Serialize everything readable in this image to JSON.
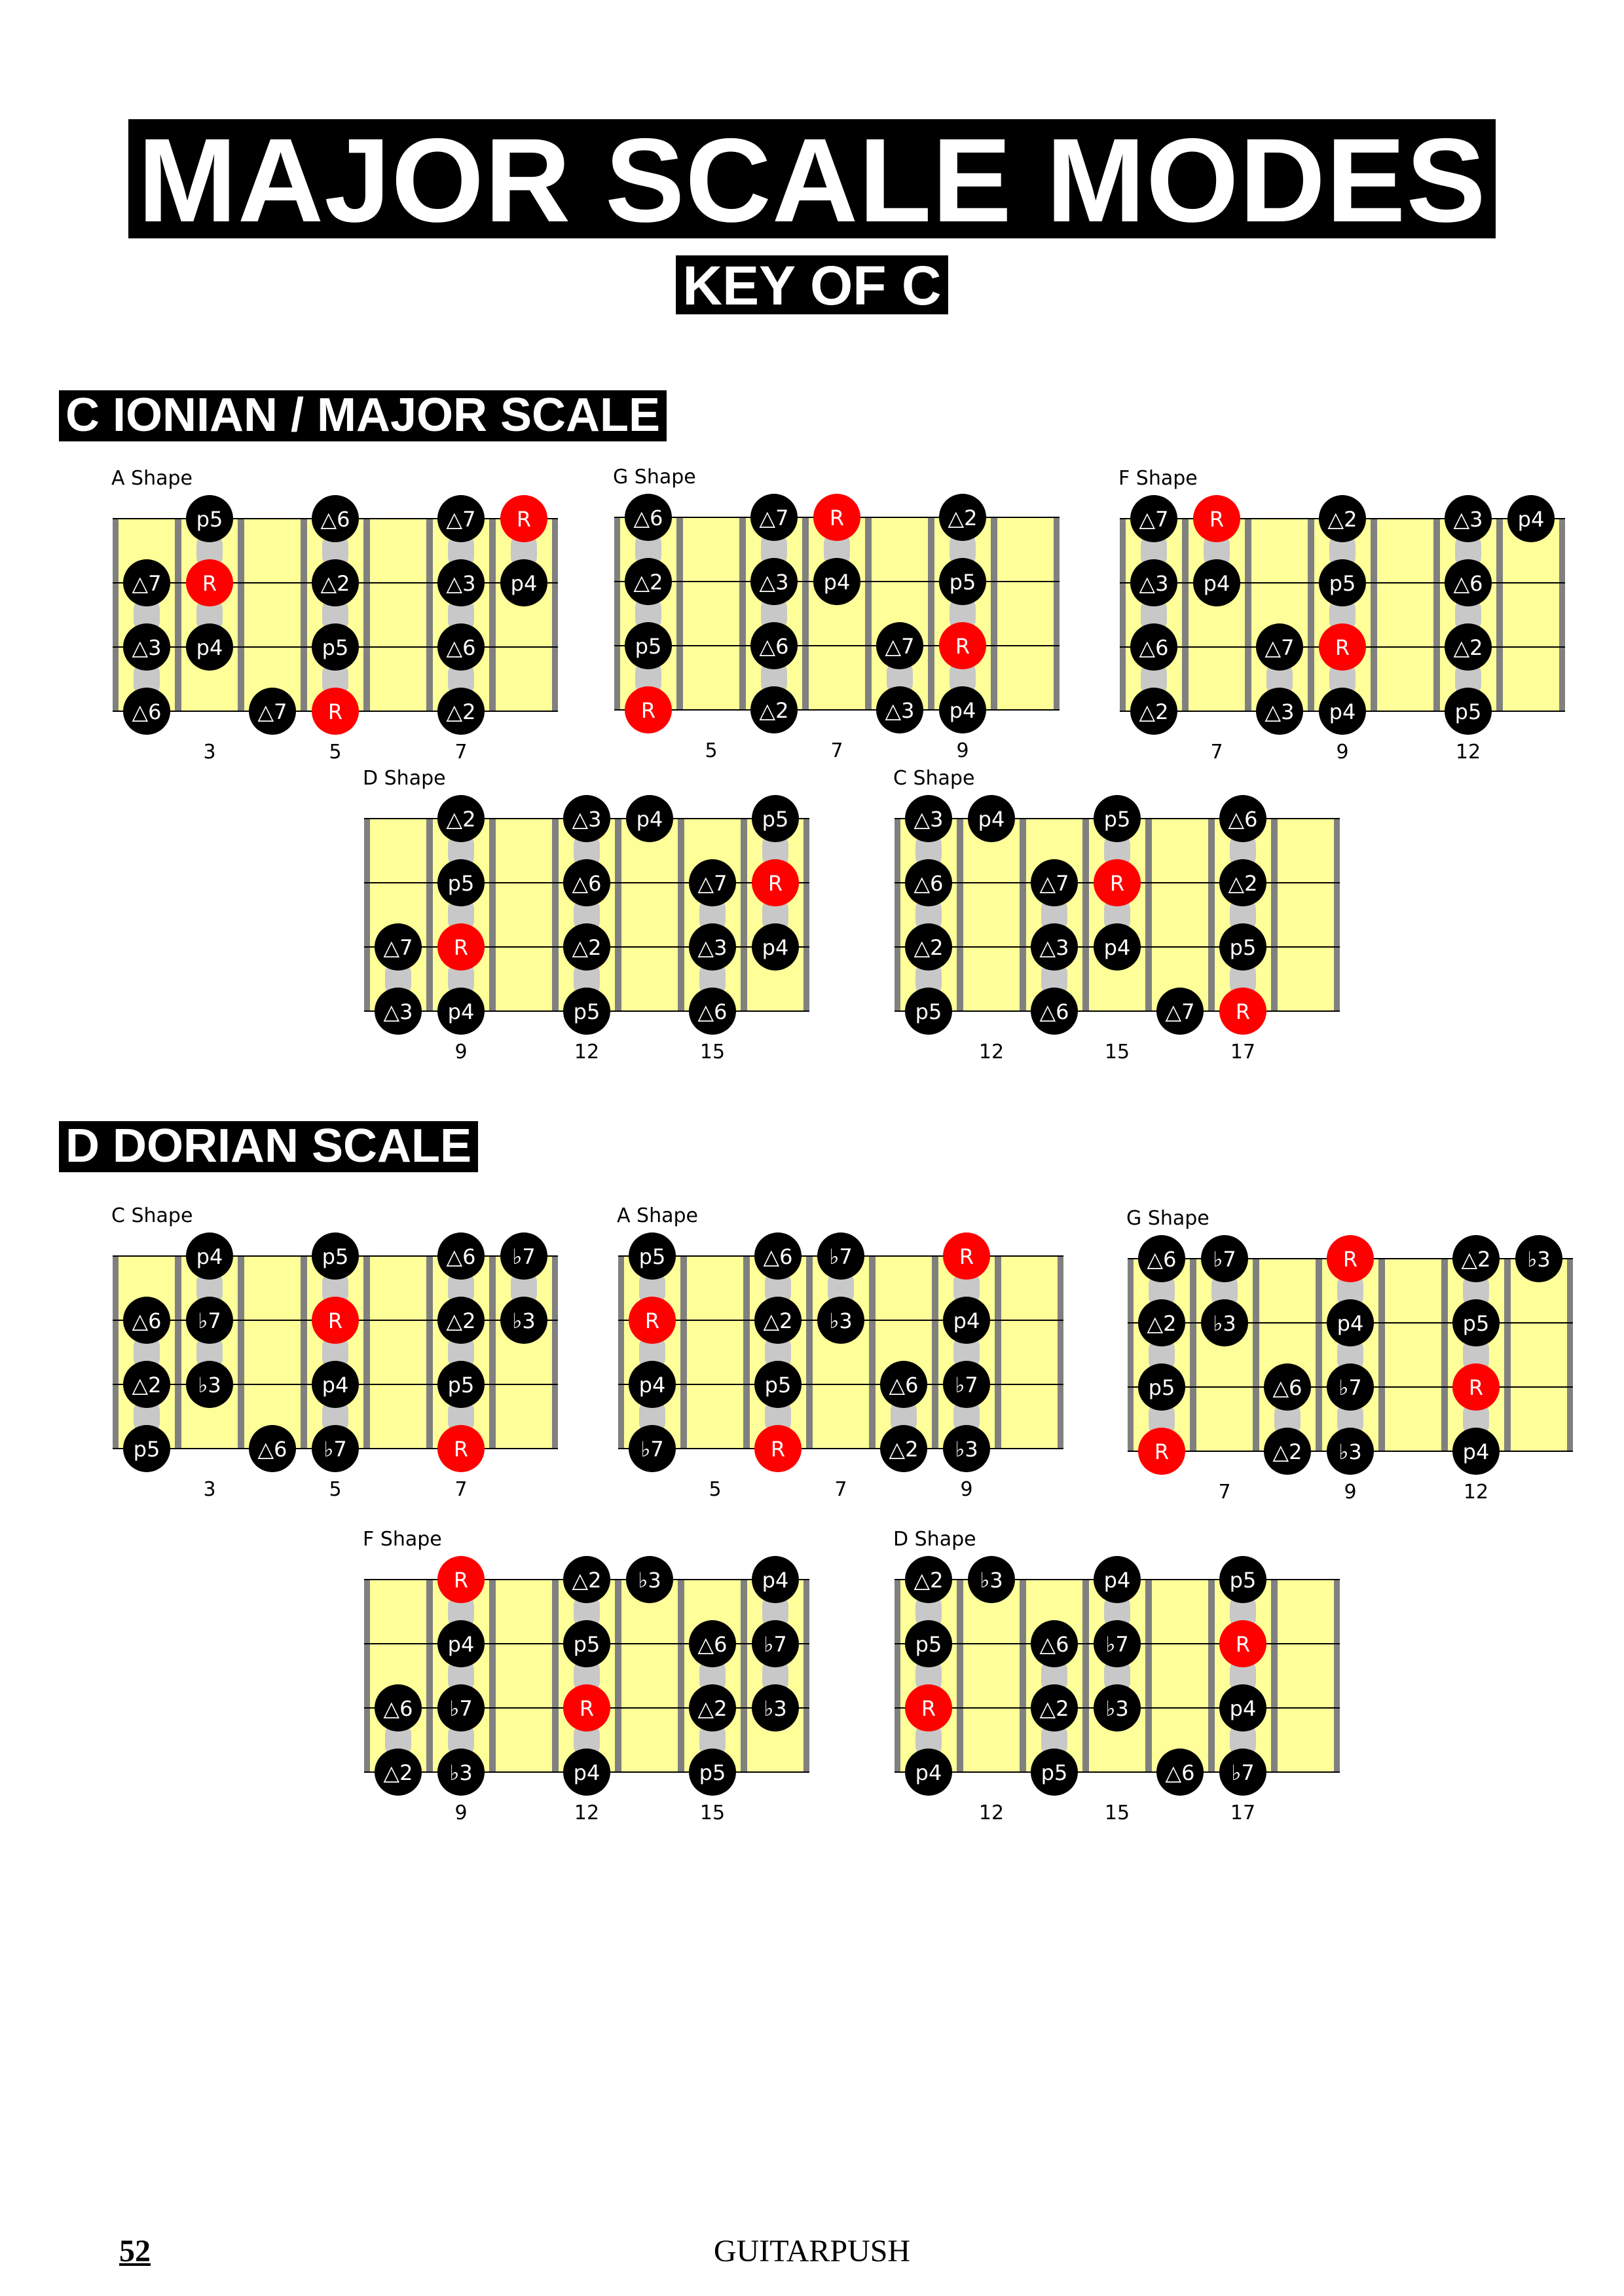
{
  "header": {
    "title": "MAJOR SCALE MODES",
    "subtitle": "KEY OF C"
  },
  "sections": [
    {
      "title": "C IONIAN / MAJOR SCALE",
      "diagrams": [
        {
          "label": "A Shape",
          "fret_labels": [
            "3",
            "5",
            "7"
          ],
          "notes": [
            [
              "",
              "p5",
              "",
              "△6",
              "",
              "△7",
              "R"
            ],
            [
              "△7",
              "R",
              "",
              "△2",
              "",
              "△3",
              "p4"
            ],
            [
              "△3",
              "p4",
              "",
              "p5",
              "",
              "△6",
              ""
            ],
            [
              "△6",
              "",
              "△7",
              "R",
              "",
              "△2",
              ""
            ]
          ]
        },
        {
          "label": "G Shape",
          "fret_labels": [
            "5",
            "7",
            "9"
          ],
          "notes": [
            [
              "△6",
              "",
              "△7",
              "R",
              "",
              "△2",
              ""
            ],
            [
              "△2",
              "",
              "△3",
              "p4",
              "",
              "p5",
              ""
            ],
            [
              "p5",
              "",
              "△6",
              "",
              "△7",
              "R",
              ""
            ],
            [
              "R",
              "",
              "△2",
              "",
              "△3",
              "p4",
              ""
            ]
          ]
        },
        {
          "label": "F Shape",
          "fret_labels": [
            "7",
            "9",
            "12"
          ],
          "notes": [
            [
              "△7",
              "R",
              "",
              "△2",
              "",
              "△3",
              "p4"
            ],
            [
              "△3",
              "p4",
              "",
              "p5",
              "",
              "△6",
              ""
            ],
            [
              "△6",
              "",
              "△7",
              "R",
              "",
              "△2",
              ""
            ],
            [
              "△2",
              "",
              "△3",
              "p4",
              "",
              "p5",
              ""
            ]
          ]
        },
        {
          "label": "D Shape",
          "fret_labels": [
            "9",
            "12",
            "15"
          ],
          "notes": [
            [
              "",
              "△2",
              "",
              "△3",
              "p4",
              "",
              "p5"
            ],
            [
              "",
              "p5",
              "",
              "△6",
              "",
              "△7",
              "R"
            ],
            [
              "△7",
              "R",
              "",
              "△2",
              "",
              "△3",
              "p4"
            ],
            [
              "△3",
              "p4",
              "",
              "p5",
              "",
              "△6",
              ""
            ]
          ]
        },
        {
          "label": "C Shape",
          "fret_labels": [
            "12",
            "15",
            "17"
          ],
          "notes": [
            [
              "△3",
              "p4",
              "",
              "p5",
              "",
              "△6",
              ""
            ],
            [
              "△6",
              "",
              "△7",
              "R",
              "",
              "△2",
              ""
            ],
            [
              "△2",
              "",
              "△3",
              "p4",
              "",
              "p5",
              ""
            ],
            [
              "p5",
              "",
              "△6",
              "",
              "△7",
              "R",
              ""
            ]
          ]
        }
      ]
    },
    {
      "title": "D DORIAN SCALE",
      "diagrams": [
        {
          "label": "C Shape",
          "fret_labels": [
            "3",
            "5",
            "7"
          ],
          "notes": [
            [
              "",
              "p4",
              "",
              "p5",
              "",
              "△6",
              "♭7"
            ],
            [
              "△6",
              "♭7",
              "",
              "R",
              "",
              "△2",
              "♭3"
            ],
            [
              "△2",
              "♭3",
              "",
              "p4",
              "",
              "p5",
              ""
            ],
            [
              "p5",
              "",
              "△6",
              "♭7",
              "",
              "R",
              ""
            ]
          ]
        },
        {
          "label": "A Shape",
          "fret_labels": [
            "5",
            "7",
            "9"
          ],
          "notes": [
            [
              "p5",
              "",
              "△6",
              "♭7",
              "",
              "R",
              ""
            ],
            [
              "R",
              "",
              "△2",
              "♭3",
              "",
              "p4",
              ""
            ],
            [
              "p4",
              "",
              "p5",
              "",
              "△6",
              "♭7",
              ""
            ],
            [
              "♭7",
              "",
              "R",
              "",
              "△2",
              "♭3",
              ""
            ]
          ]
        },
        {
          "label": "G Shape",
          "fret_labels": [
            "7",
            "9",
            "12"
          ],
          "notes": [
            [
              "△6",
              "♭7",
              "",
              "R",
              "",
              "△2",
              "♭3"
            ],
            [
              "△2",
              "♭3",
              "",
              "p4",
              "",
              "p5",
              ""
            ],
            [
              "p5",
              "",
              "△6",
              "♭7",
              "",
              "R",
              ""
            ],
            [
              "R",
              "",
              "△2",
              "♭3",
              "",
              "p4",
              ""
            ]
          ]
        },
        {
          "label": "F Shape",
          "fret_labels": [
            "9",
            "12",
            "15"
          ],
          "notes": [
            [
              "",
              "R",
              "",
              "△2",
              "♭3",
              "",
              "p4"
            ],
            [
              "",
              "p4",
              "",
              "p5",
              "",
              "△6",
              "♭7"
            ],
            [
              "△6",
              "♭7",
              "",
              "R",
              "",
              "△2",
              "♭3"
            ],
            [
              "△2",
              "♭3",
              "",
              "p4",
              "",
              "p5",
              ""
            ]
          ]
        },
        {
          "label": "D Shape",
          "fret_labels": [
            "12",
            "15",
            "17"
          ],
          "notes": [
            [
              "△2",
              "♭3",
              "",
              "p4",
              "",
              "p5",
              ""
            ],
            [
              "p5",
              "",
              "△6",
              "♭7",
              "",
              "R",
              ""
            ],
            [
              "R",
              "",
              "△2",
              "♭3",
              "",
              "p4",
              ""
            ],
            [
              "p4",
              "",
              "p5",
              "",
              "△6",
              "♭7",
              ""
            ]
          ]
        }
      ]
    }
  ],
  "footer": {
    "page_number": "52",
    "brand": "GUITARPUSH"
  },
  "colors": {
    "fretboard": "#ffff99",
    "fret": "#808080",
    "note": "#000000",
    "root": "#ff0000",
    "note_text": "#ffffff",
    "connector": "#c8c8c8"
  }
}
